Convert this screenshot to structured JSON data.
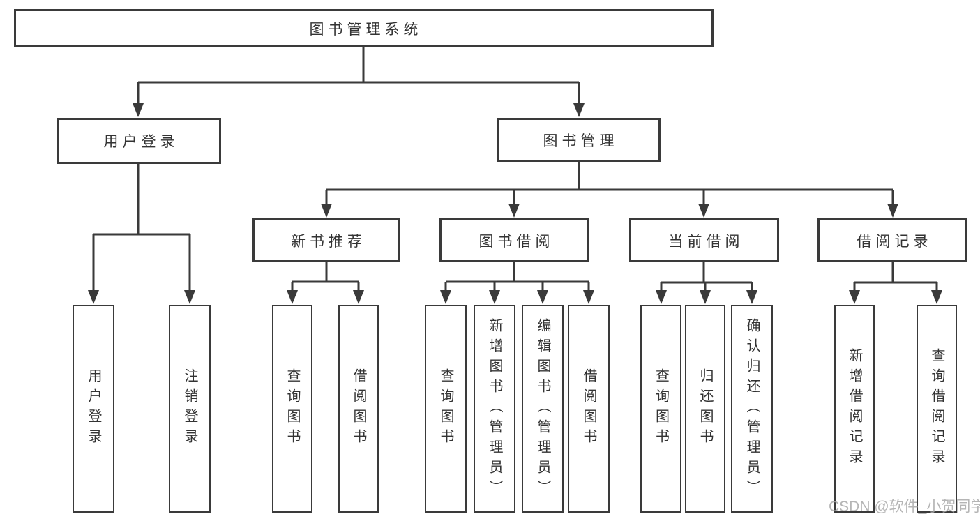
{
  "diagram": {
    "root": {
      "label": "图书管理系统"
    },
    "level2": [
      {
        "label": "用户登录",
        "leaves": [
          {
            "label": "用户登录"
          },
          {
            "label": "注销登录"
          }
        ]
      },
      {
        "label": "图书管理"
      }
    ],
    "level3": [
      {
        "label": "新书推荐",
        "leaves": [
          {
            "label": "查询图书"
          },
          {
            "label": "借阅图书"
          }
        ]
      },
      {
        "label": "图书借阅",
        "leaves": [
          {
            "label": "查询图书"
          },
          {
            "label": "新增图书（管理员）"
          },
          {
            "label": "编辑图书（管理员）"
          },
          {
            "label": "借阅图书"
          }
        ]
      },
      {
        "label": "当前借阅",
        "leaves": [
          {
            "label": "查询图书"
          },
          {
            "label": "归还图书"
          },
          {
            "label": "确认归还（管理员）"
          }
        ]
      },
      {
        "label": "借阅记录",
        "leaves": [
          {
            "label": "新增借阅记录"
          },
          {
            "label": "查询借阅记录"
          }
        ]
      }
    ]
  },
  "watermark": {
    "text": "CSDN @软件_小贺同学"
  },
  "colors": {
    "line": "#3a3a3a",
    "border": "#3a3a3a",
    "text": "#333333",
    "background": "#ffffff",
    "watermark": "#a9a9a9"
  }
}
